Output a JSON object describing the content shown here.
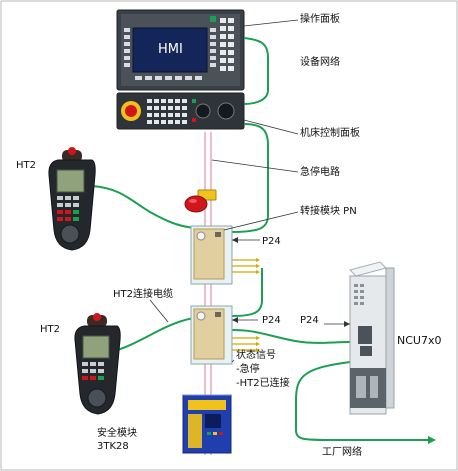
{
  "labels": {
    "operator_panel": "操作面板",
    "device_network": "设备网络",
    "machine_control_panel": "机床控制面板",
    "estop_circuit": "急停电路",
    "adapter_module": "转接模块 PN",
    "p24_a": "P24",
    "p24_b": "P24",
    "p24_c": "P24",
    "ht2_top": "HT2",
    "ht2_bottom": "HT2",
    "ht2_cable": "HT2连接电缆",
    "status_signal": "状态信号",
    "status_estop": "-急停",
    "status_ht2": "-HT2已连接",
    "ncu": "NCU7x0",
    "safety_module_1": "安全模块",
    "safety_module_2": "3TK28",
    "plant_network": "工厂网络",
    "hmi": "HMI"
  },
  "colors": {
    "network_green": "#1aa050",
    "panel_dark": "#2a2f36",
    "screen_blue": "#14255a",
    "estop_red": "#d0161b",
    "estop_yellow": "#f1c21b",
    "pink_wire": "#e8a8b8",
    "module_tan": "#e2cf9f",
    "safety_blue": "#1f3fae"
  }
}
